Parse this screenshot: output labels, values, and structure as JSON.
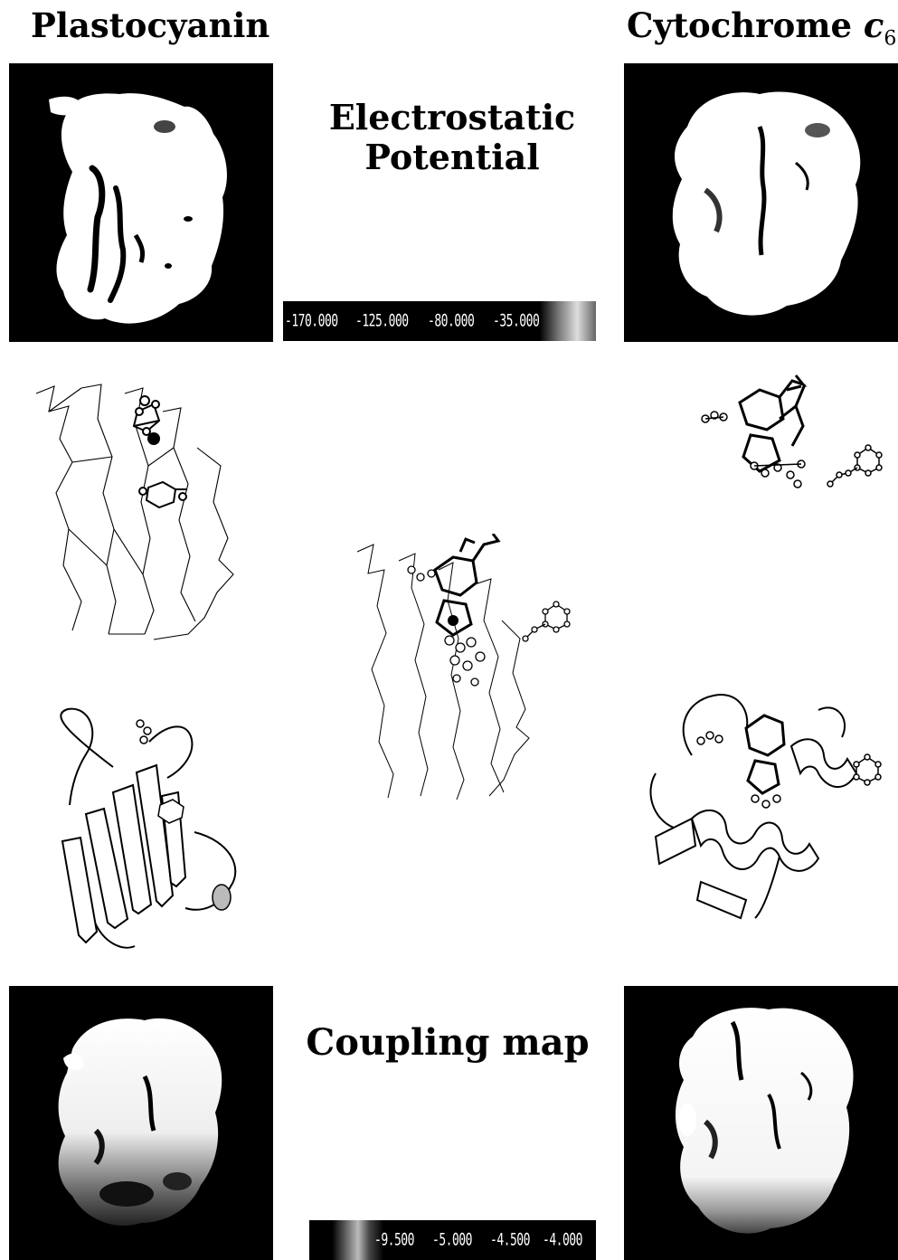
{
  "columns": {
    "left_title": "Plastocyanin",
    "right_title_main": "Cytochrome ",
    "right_title_italic": "c",
    "right_title_sub": "6"
  },
  "sections": {
    "electrostatic": {
      "heading_line1": "Electrostatic",
      "heading_line2": "Potential",
      "scale_ticks": [
        "-170.000",
        "-125.000",
        "-80.000",
        "-35.000"
      ]
    },
    "coupling": {
      "heading": "Coupling map",
      "scale_ticks": [
        "-9.500",
        "-5.000",
        "-4.500",
        "-4.000"
      ]
    }
  },
  "colors": {
    "panel_background": "#000000",
    "surface": "#ffffff",
    "text": "#000000"
  }
}
